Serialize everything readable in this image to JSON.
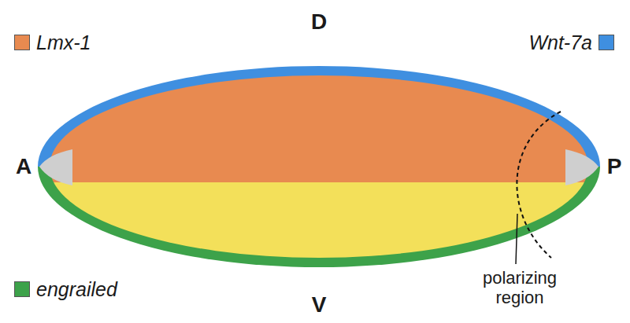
{
  "diagram": {
    "labels": [
      "D",
      "A",
      "P",
      "V",
      "polarizing region"
    ],
    "legend": [
      {
        "text": "Lmx-1",
        "color": "#e88a50"
      },
      {
        "text": "Wnt-7a",
        "color": "#3f8fe0"
      },
      {
        "text": "engrailed",
        "color": "#3da24a"
      }
    ]
  }
}
